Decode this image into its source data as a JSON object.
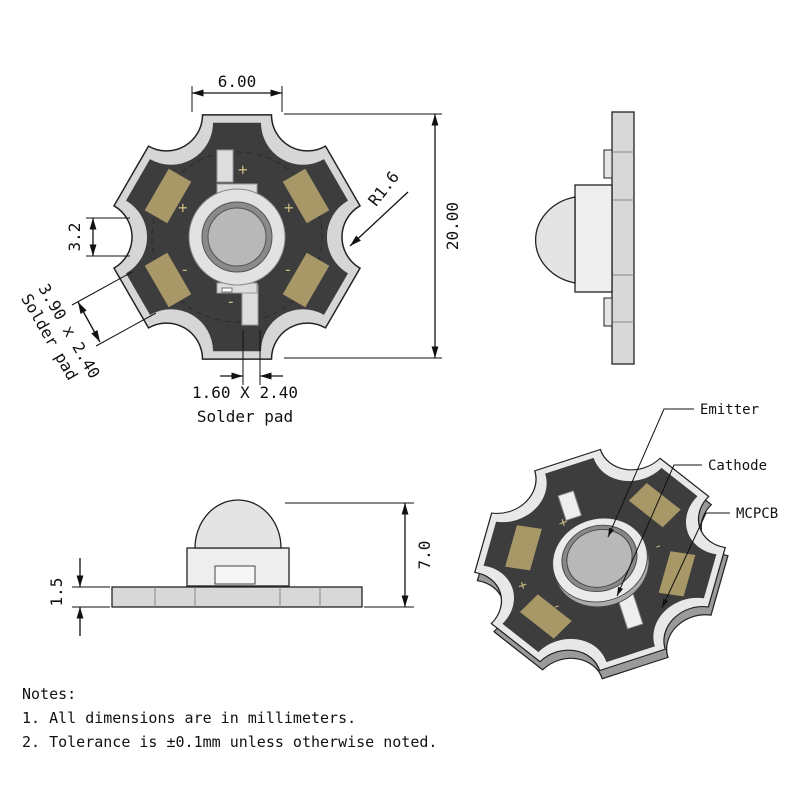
{
  "dimensions": {
    "width": "6.00",
    "radius": "R1.6",
    "height": "20.00",
    "notch": "3.2",
    "side_pad_line1": "3.90 x 2.40",
    "side_pad_line2": "Solder pad",
    "center_pad_line1": "1.60 X 2.40",
    "center_pad_line2": "Solder pad",
    "total_height": "7.0",
    "board_thickness": "1.5"
  },
  "polarity": {
    "plus": "+",
    "minus": "-"
  },
  "callouts": {
    "emitter": "Emitter",
    "cathode": "Cathode",
    "mcpcb": "MCPCB"
  },
  "notes": {
    "title": "Notes:",
    "items": [
      "1. All dimensions are in millimeters.",
      "2. Tolerance is ±0.1mm unless otherwise noted."
    ]
  },
  "colors": {
    "board": "#3d3d3d",
    "rim": "#d6d6d6",
    "pad": "#a89868",
    "emitter": "#b8b8b8"
  }
}
